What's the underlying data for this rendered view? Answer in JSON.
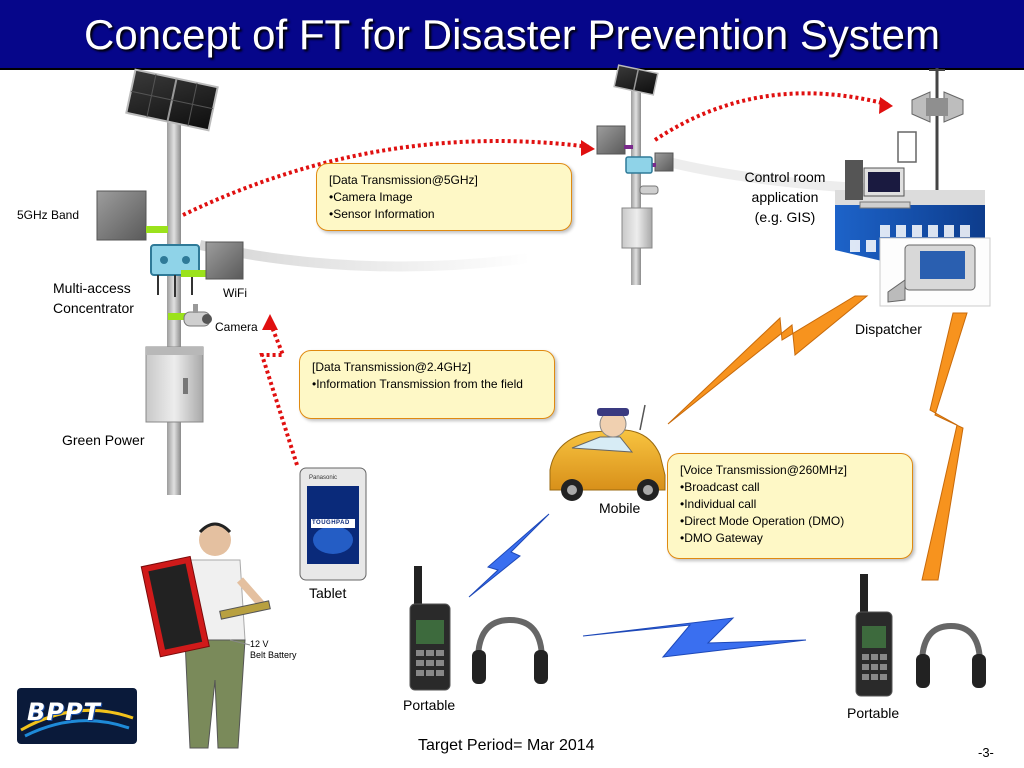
{
  "title": "Concept of FT for Disaster Prevention System",
  "labels": {
    "band_5ghz": "5GHz Band",
    "concentrator": "Multi-access Concentrator",
    "wifi": "WiFi",
    "camera": "Camera",
    "green_power": "Green Power",
    "control_room_line1": "Control room",
    "control_room_line2": "application",
    "control_room_line3": "(e.g. GIS)",
    "dispatcher": "Dispatcher",
    "mobile": "Mobile",
    "tablet": "Tablet",
    "portable_left": "Portable",
    "portable_right": "Portable",
    "belt_battery_line1": "12 V",
    "belt_battery_line2": "Belt Battery",
    "tablet_brand": "Panasonic",
    "toughpad": "TOUGHPAD"
  },
  "callouts": {
    "c5ghz": {
      "heading": "[Data Transmission@5GHz]",
      "items": [
        "•Camera Image",
        "•Sensor Information"
      ]
    },
    "c24ghz": {
      "heading": "[Data Transmission@2.4GHz]",
      "items": [
        "•Information Transmission from the field"
      ]
    },
    "c260mhz": {
      "heading": "[Voice Transmission@260MHz]",
      "items": [
        "•Broadcast call",
        "•Individual call",
        "•Direct Mode Operation (DMO)",
        "•DMO Gateway"
      ]
    }
  },
  "footer": {
    "target": "Target Period= Mar 2014",
    "page": "-3-"
  },
  "logo_text": "BPPT",
  "colors": {
    "title_bar": "#06068a",
    "callout_fill": "#fef8c6",
    "callout_border": "#e08a10",
    "data_link": "#e01010",
    "voice_link_orange": "#f7931e",
    "voice_link_blue": "#3a6ff0"
  }
}
